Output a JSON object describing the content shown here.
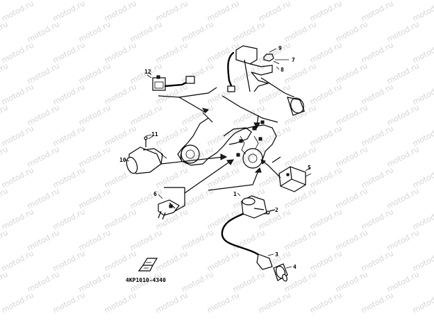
{
  "watermark": {
    "text": "motod.ru"
  },
  "callouts": [
    {
      "id": "1",
      "label": "1"
    },
    {
      "id": "2",
      "label": "2"
    },
    {
      "id": "3",
      "label": "3"
    },
    {
      "id": "4",
      "label": "4"
    },
    {
      "id": "5",
      "label": "5"
    },
    {
      "id": "6",
      "label": "6"
    },
    {
      "id": "7",
      "label": "7"
    },
    {
      "id": "8",
      "label": "8"
    },
    {
      "id": "9",
      "label": "9"
    },
    {
      "id": "10",
      "label": "10"
    },
    {
      "id": "11",
      "label": "11"
    },
    {
      "id": "12",
      "label": "12"
    }
  ],
  "part_code": "4KP1010-4340"
}
